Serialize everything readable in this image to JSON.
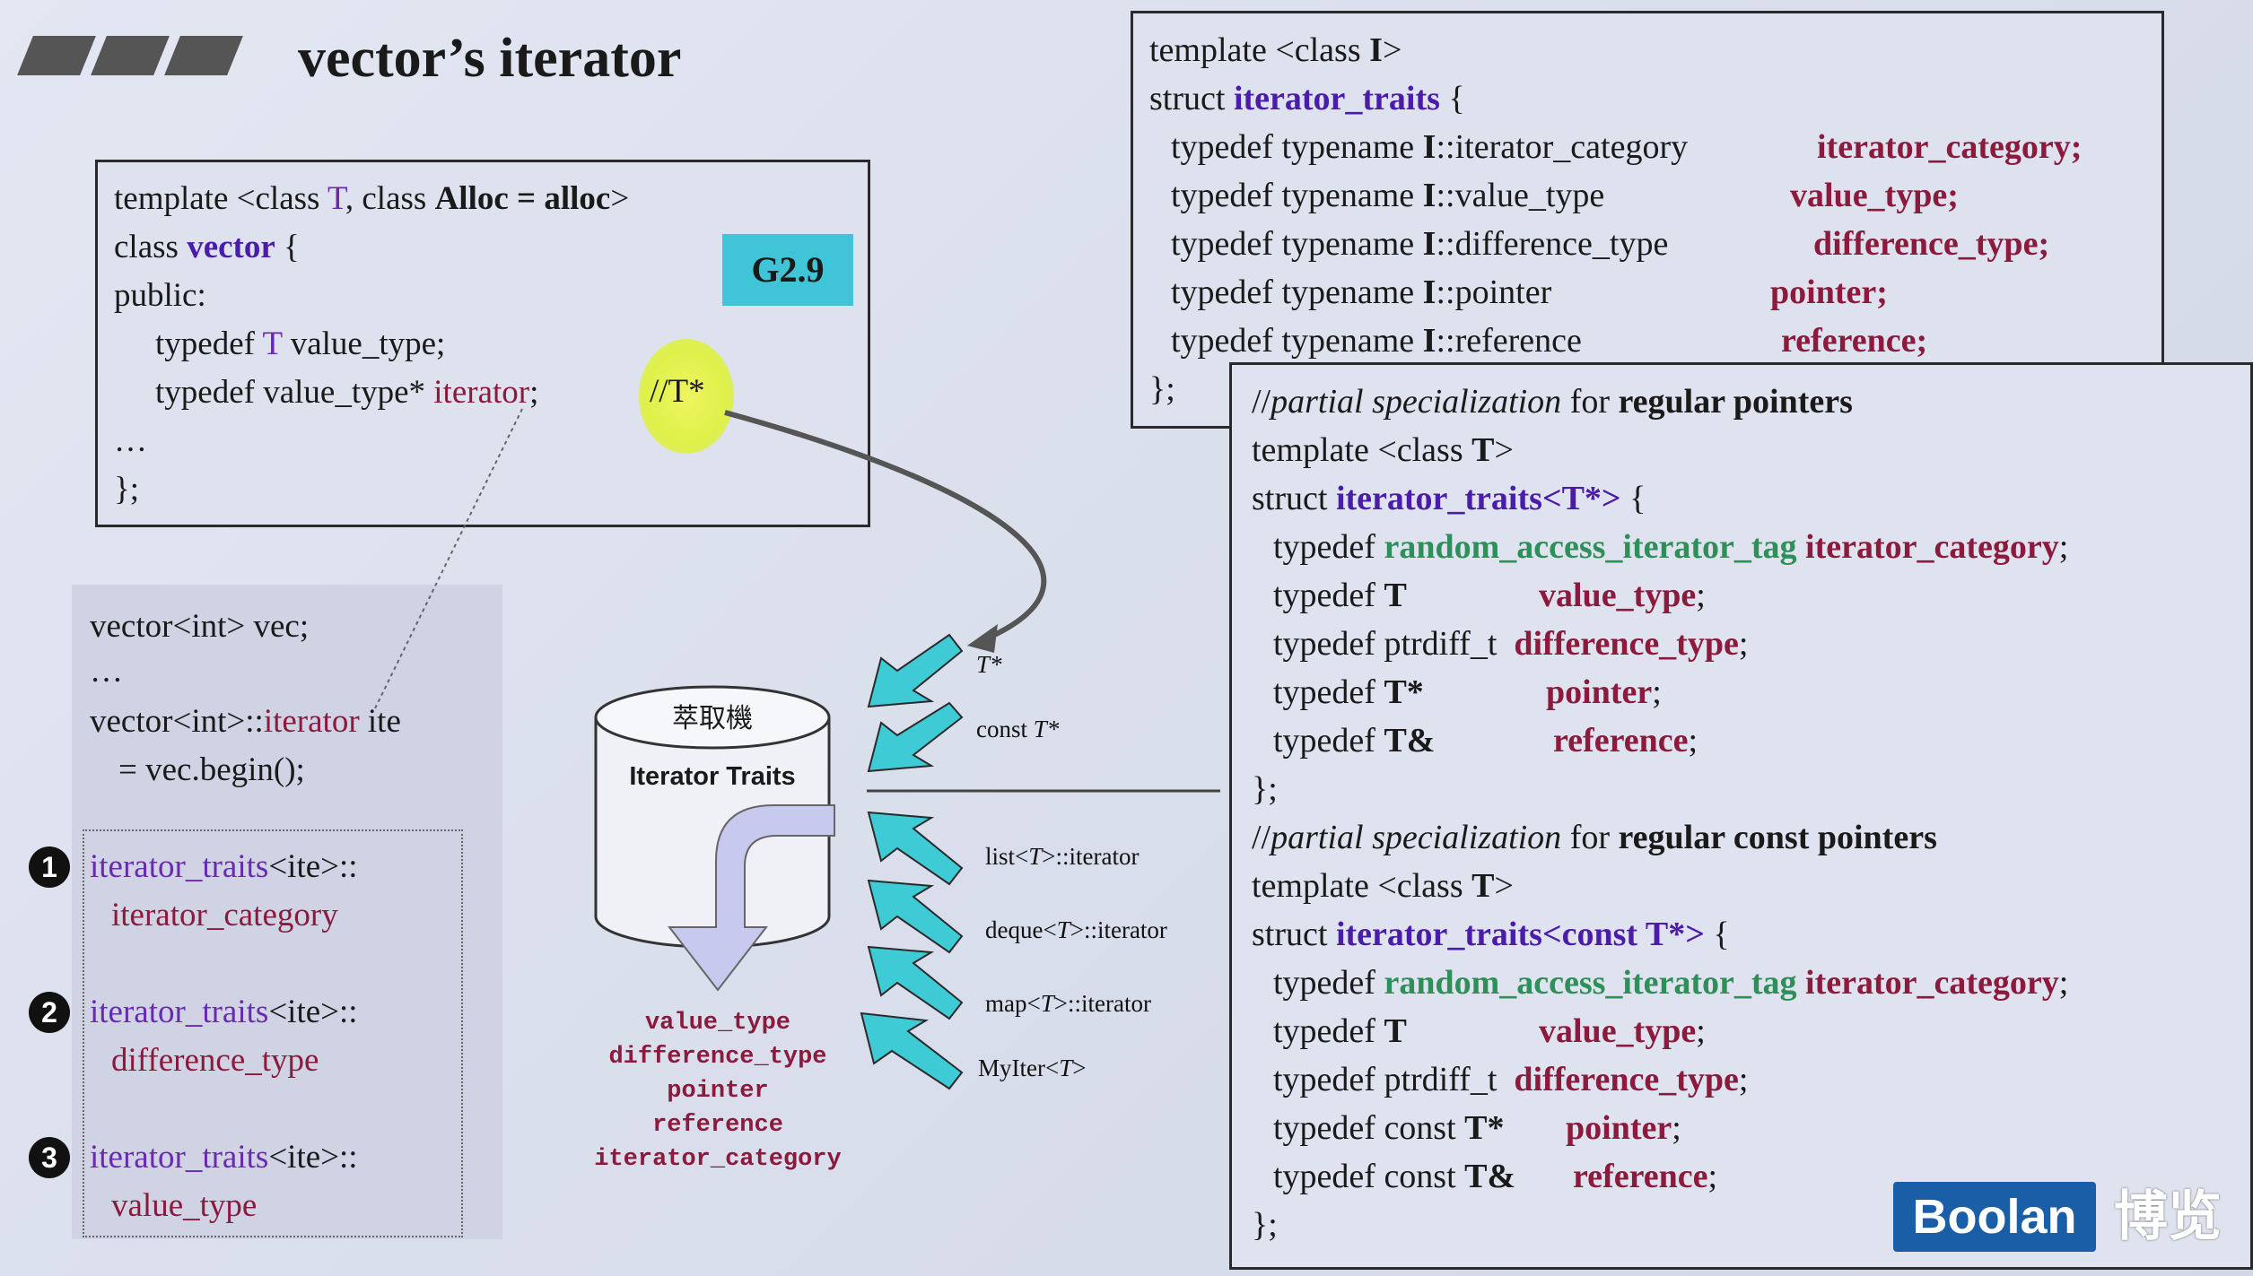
{
  "title": "vector’s iterator",
  "vector_box": {
    "l1_a": "template <class ",
    "l1_T": "T",
    "l1_b": ", class ",
    "l1_alloc": "Alloc = alloc",
    "l1_c": ">",
    "l2_a": "class ",
    "l2_vector": "vector",
    "l2_b": " {",
    "l3": "public:",
    "l4_a": "typedef ",
    "l4_T": "T",
    "l4_b": " value_type;",
    "l5_a": "typedef value_type* ",
    "l5_it": "iterator",
    "l5_b": ";",
    "l5_comment": "//T*",
    "l6": "…",
    "l7": "};",
    "badge": "G2.9"
  },
  "usage": {
    "l1": "vector<int> vec;",
    "l2": "…",
    "l3_a": "vector<int>::",
    "l3_it": "iterator",
    "l3_b": " ite",
    "l4": "= vec.begin();",
    "q1_num": "1",
    "q1_a": "iterator_traits",
    "q1_b": "<ite>::",
    "q1_c": "iterator_category",
    "q2_num": "2",
    "q2_a": "iterator_traits",
    "q2_b": "<ite>::",
    "q2_c": "difference_type",
    "q3_num": "3",
    "q3_a": "iterator_traits",
    "q3_b": "<ite>::",
    "q3_c": "value_type"
  },
  "traits_box": {
    "l1_a": "template <class ",
    "l1_I": "I",
    "l1_b": ">",
    "l2_a": "struct ",
    "l2_name": "iterator_traits",
    "l2_b": " {",
    "rows": [
      {
        "a": "typedef typename ",
        "I": "I",
        "b": "::iterator_category",
        "c": "iterator_category",
        "d": ";"
      },
      {
        "a": "typedef typename ",
        "I": "I",
        "b": "::value_type",
        "c": "value_type",
        "d": ";"
      },
      {
        "a": "typedef typename ",
        "I": "I",
        "b": "::difference_type",
        "c": "difference_type",
        "d": ";"
      },
      {
        "a": "typedef typename ",
        "I": "I",
        "b": "::pointer",
        "c": "pointer",
        "d": ";"
      },
      {
        "a": "typedef typename ",
        "I": "I",
        "b": "::reference",
        "c": "reference",
        "d": ";"
      }
    ],
    "end": "};"
  },
  "partial_box": {
    "c1_a": "//",
    "c1_b": "partial specialization",
    "c1_c": " for ",
    "c1_d": "regular pointers",
    "t1_a": "template <class ",
    "t1_T": "T",
    "t1_b": ">",
    "s1_a": "struct ",
    "s1_name": "iterator_traits",
    "s1_b": "<T*>",
    "s1_c": " {",
    "r1_a": "typedef ",
    "r1_g": "random_access_iterator_tag",
    "r1_c": " iterator_category",
    "r1_d": ";",
    "r2_a": "typedef ",
    "r2_T": "T",
    "r2_c": "value_type",
    "r2_d": ";",
    "r3_a": "typedef ptrdiff_t  ",
    "r3_c": "difference_type",
    "r3_d": ";",
    "r4_a": "typedef ",
    "r4_T": "T*",
    "r4_c": "pointer",
    "r4_d": ";",
    "r5_a": "typedef ",
    "r5_T": "T&",
    "r5_c": "reference",
    "r5_d": ";",
    "e1": "};",
    "c2_a": "//",
    "c2_b": "partial specialization",
    "c2_c": " for ",
    "c2_d": "regular const pointers",
    "t2_a": "template <class ",
    "t2_T": "T",
    "t2_b": ">",
    "s2_a": "struct ",
    "s2_name": "iterator_traits",
    "s2_b": "<const T*>",
    "s2_c": " {",
    "q1_a": "typedef ",
    "q1_g": "random_access_iterator_tag",
    "q1_c": " iterator_category",
    "q1_d": ";",
    "q2_a": "typedef ",
    "q2_T": "T",
    "q2_c": "value_type",
    "q2_d": ";",
    "q3_a": "typedef ptrdiff_t  ",
    "q3_c": "difference_type",
    "q3_d": ";",
    "q4_a": "typedef const ",
    "q4_T": "T*",
    "q4_c": "pointer",
    "q4_d": ";",
    "q5_a": "typedef const ",
    "q5_T": "T&",
    "q5_c": "reference",
    "q5_d": ";",
    "e2": "};"
  },
  "diagram": {
    "cyl_top": "萃取機",
    "cyl_label": "Iterator Traits",
    "outputs": [
      "value_type",
      "difference_type",
      "pointer",
      "reference",
      "iterator_category"
    ],
    "in1": "T*",
    "in2_a": "const ",
    "in2_b": "T*",
    "in3_a": "list<",
    "in3_b": "T",
    "in3_c": ">::iterator",
    "in4_a": "deque<",
    "in4_b": "T",
    "in4_c": ">::iterator",
    "in5_a": "map<",
    "in5_b": "T",
    "in5_c": ">::iterator",
    "in6_a": "MyIter<",
    "in6_b": "T",
    "in6_c": ">"
  },
  "logo": {
    "text": "Boolan",
    "cn": "博览"
  },
  "colors": {
    "arrow_cyan": "#3ecbd6",
    "badge": "#40c4d8",
    "logo_bg": "#1a5ea8"
  }
}
